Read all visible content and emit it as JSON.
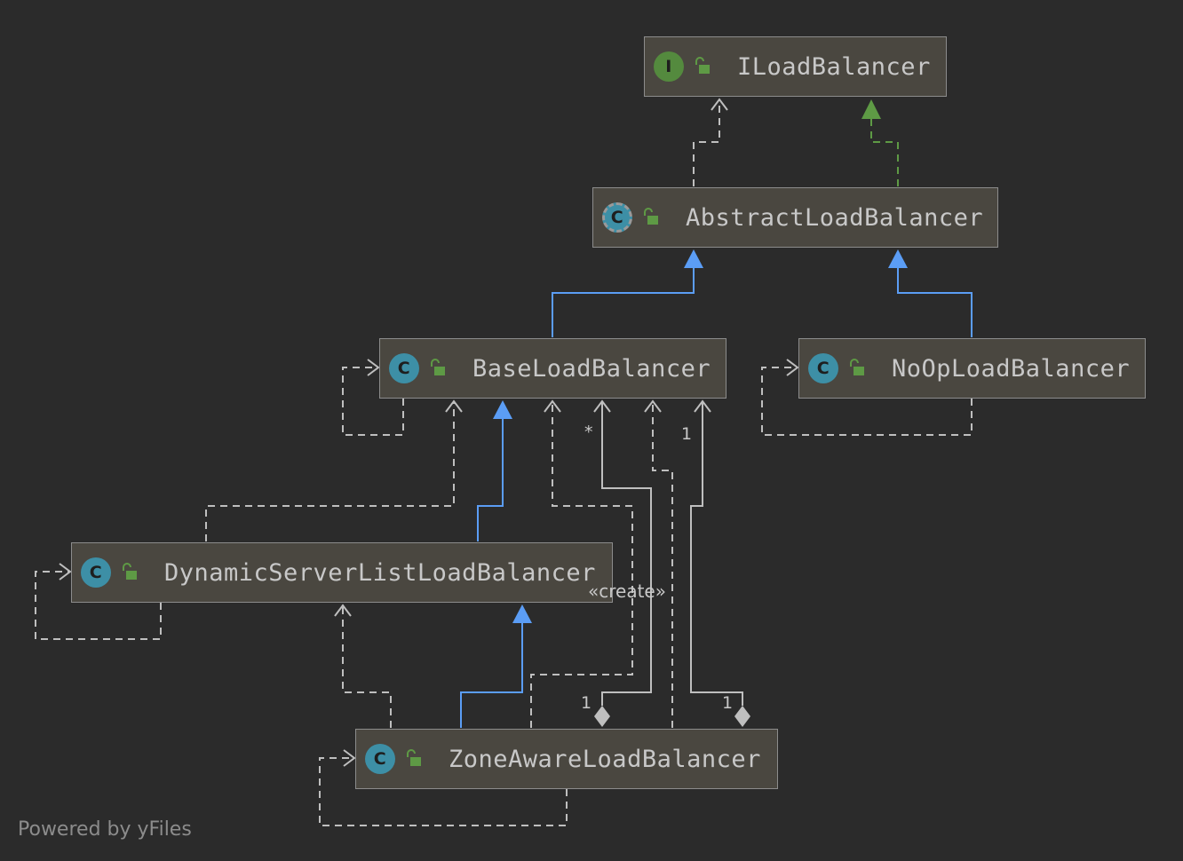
{
  "diagram": {
    "nodes": [
      {
        "id": "iloadbalancer",
        "name": "ILoadBalancer",
        "kind": "interface",
        "badge": "I"
      },
      {
        "id": "abstractloadbalancer",
        "name": "AbstractLoadBalancer",
        "kind": "abstract-class",
        "badge": "C"
      },
      {
        "id": "baseloadbalancer",
        "name": "BaseLoadBalancer",
        "kind": "class",
        "badge": "C"
      },
      {
        "id": "noploadbalancer",
        "name": "NoOpLoadBalancer",
        "kind": "class",
        "badge": "C"
      },
      {
        "id": "dynamicserverlistloadbalancer",
        "name": "DynamicServerListLoadBalancer",
        "kind": "class",
        "badge": "C"
      },
      {
        "id": "zoneawareloadbalancer",
        "name": "ZoneAwareLoadBalancer",
        "kind": "class",
        "badge": "C"
      }
    ],
    "edge_labels": {
      "create": "«create»",
      "many": "*",
      "one_a": "1",
      "one_b": "1",
      "one_c": "1"
    },
    "colors": {
      "inheritance": "#5b9df5",
      "implementation": "#5e9a45",
      "dependency": "#bfbfbf",
      "background": "#2b2b2b",
      "node_fill": "#4a4740"
    }
  },
  "footer": {
    "text": "Powered by yFiles"
  }
}
